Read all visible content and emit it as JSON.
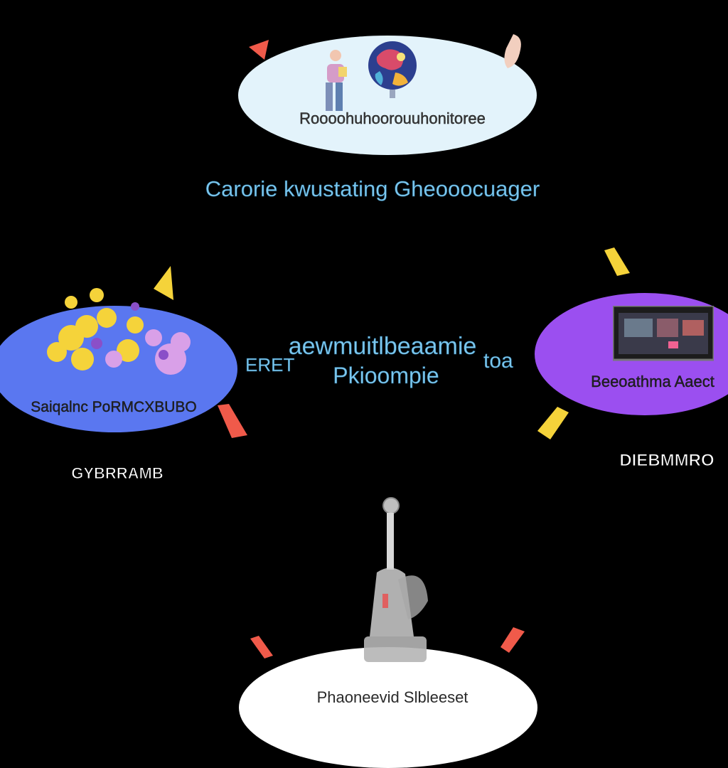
{
  "diagram": {
    "top_node": {
      "label": "Roooohuhoorouuhonitoree"
    },
    "heading": "Carorie kwustating Gheooocuager",
    "left_node": {
      "label": "Saiqalnc PoRMCXBUBO",
      "caption": "GYBRRAMB"
    },
    "right_node": {
      "label": "Beeoathma Aaect",
      "caption": "DIEBMMRO"
    },
    "bottom_node": {
      "label": "Phaoneevid Slbleeset"
    },
    "center": {
      "line1": "aewmuitlbeaamie",
      "line2": "Pkioompie",
      "left_tag": "ERET",
      "right_tag": "toa"
    }
  },
  "colors": {
    "background": "#000000",
    "top_node_fill": "#e3f3fb",
    "left_node_fill": "#5a77f0",
    "right_node_fill": "#9b4ff0",
    "bottom_node_fill": "#ffffff",
    "center_text": "#8fcaea",
    "accent_yellow": "#f5d33a",
    "accent_red": "#f05a4a"
  },
  "icons": [
    "globe-icon",
    "figure-icon",
    "flower-cluster-icon",
    "monitor-icon",
    "glass-sculpture-icon",
    "shard-icon"
  ]
}
